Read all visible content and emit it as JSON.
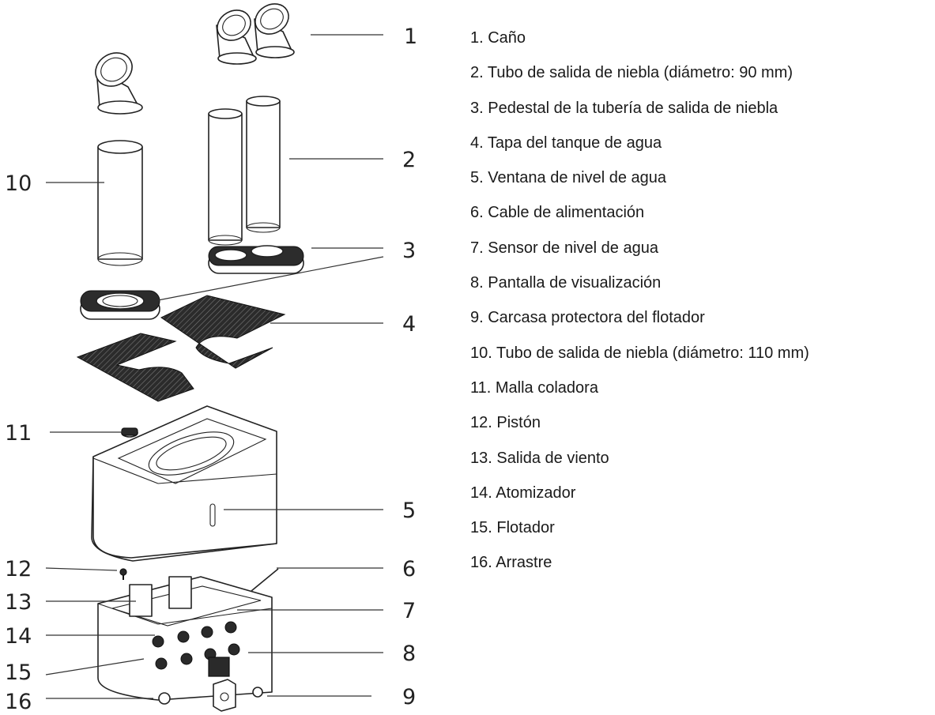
{
  "callouts": [
    "1",
    "2",
    "3",
    "4",
    "5",
    "6",
    "7",
    "8",
    "9",
    "10",
    "11",
    "12",
    "13",
    "14",
    "15",
    "16"
  ],
  "legend": [
    "1. Caño",
    "2. Tubo de salida de niebla (diámetro: 90 mm)",
    "3. Pedestal de la tubería de salida de niebla",
    "4. Tapa del tanque de agua",
    "5. Ventana de nivel de agua",
    "6. Cable de alimentación",
    "7. Sensor de nivel de agua",
    "8. Pantalla de visualización",
    "9. Carcasa protectora del flotador",
    "10. Tubo de salida de niebla (diámetro: 110 mm)",
    "11. Malla coladora",
    "12. Pistón",
    "13. Salida de viento",
    "14. Atomizador",
    "15. Flotador",
    "16. Arrastre"
  ]
}
